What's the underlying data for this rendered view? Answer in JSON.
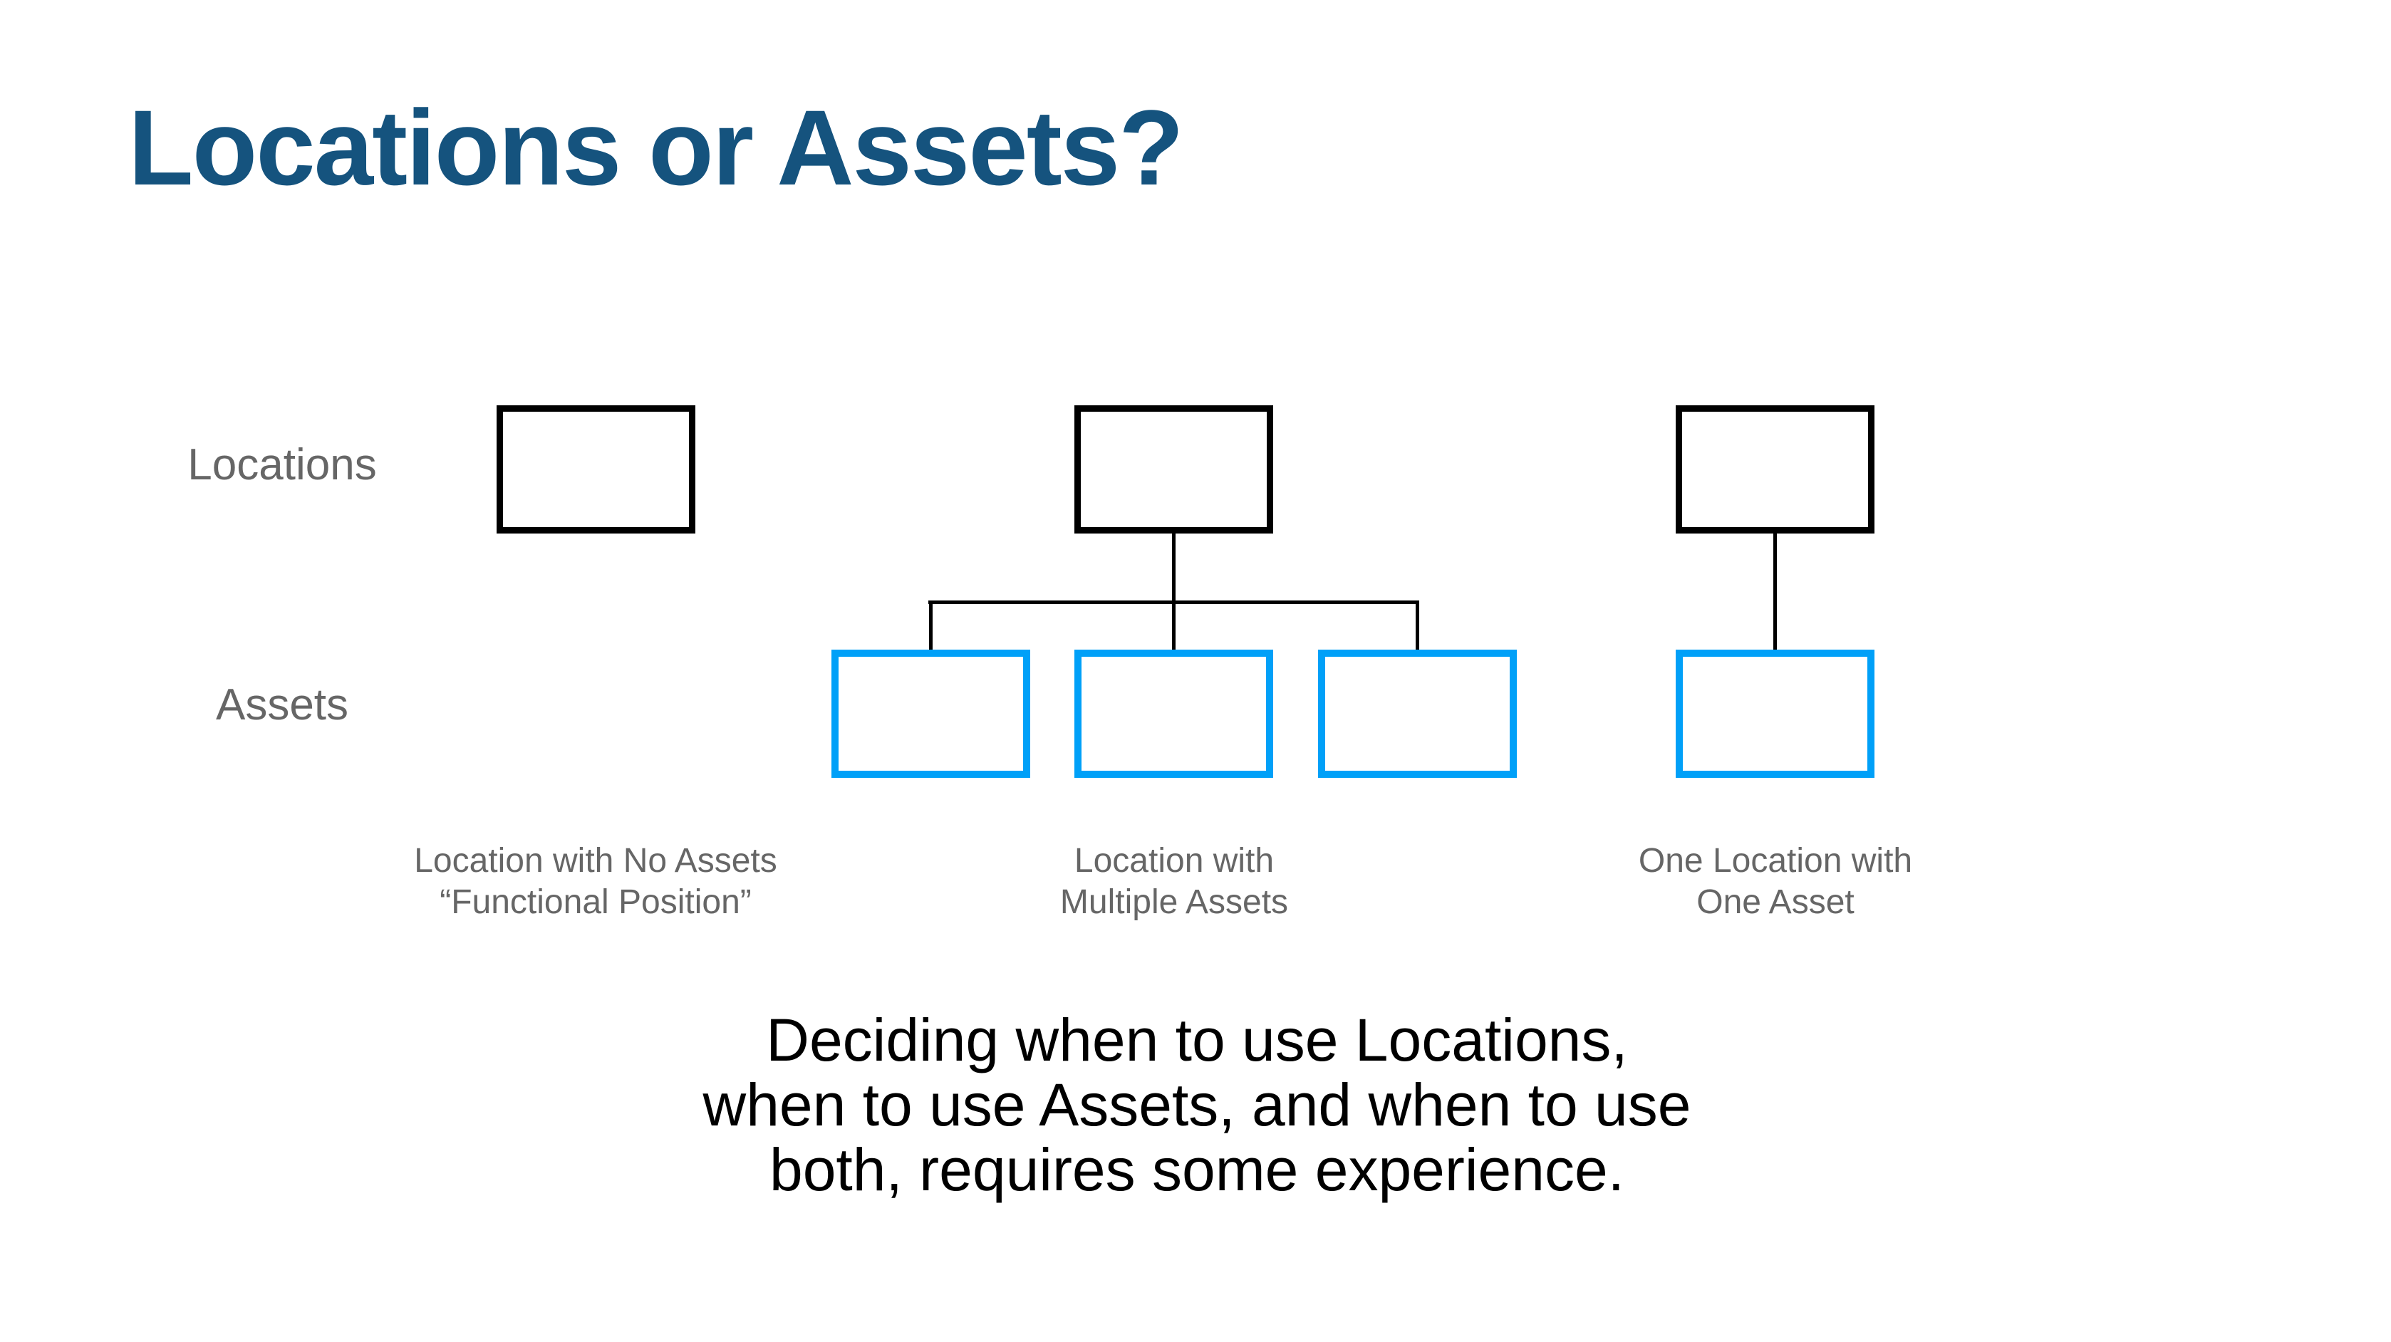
{
  "title": "Locations or Assets?",
  "colors": {
    "title_blue": "#15537E",
    "location_box_border": "#000000",
    "asset_box_border": "#00A0F8",
    "label_gray": "#666666",
    "footer_black": "#000000"
  },
  "row_labels": {
    "locations": "Locations",
    "assets": "Assets"
  },
  "diagram": {
    "groups": [
      {
        "caption_line1": "Location with No Assets",
        "caption_line2": "“Functional Position”",
        "location_boxes": 1,
        "asset_boxes": 0
      },
      {
        "caption_line1": "Location with",
        "caption_line2": "Multiple Assets",
        "location_boxes": 1,
        "asset_boxes": 3
      },
      {
        "caption_line1": "One Location with",
        "caption_line2": "One Asset",
        "location_boxes": 1,
        "asset_boxes": 1
      }
    ]
  },
  "footer": {
    "lines": [
      "Deciding when to use Locations,",
      "when to use Assets, and when to use",
      "both, requires some experience."
    ]
  }
}
